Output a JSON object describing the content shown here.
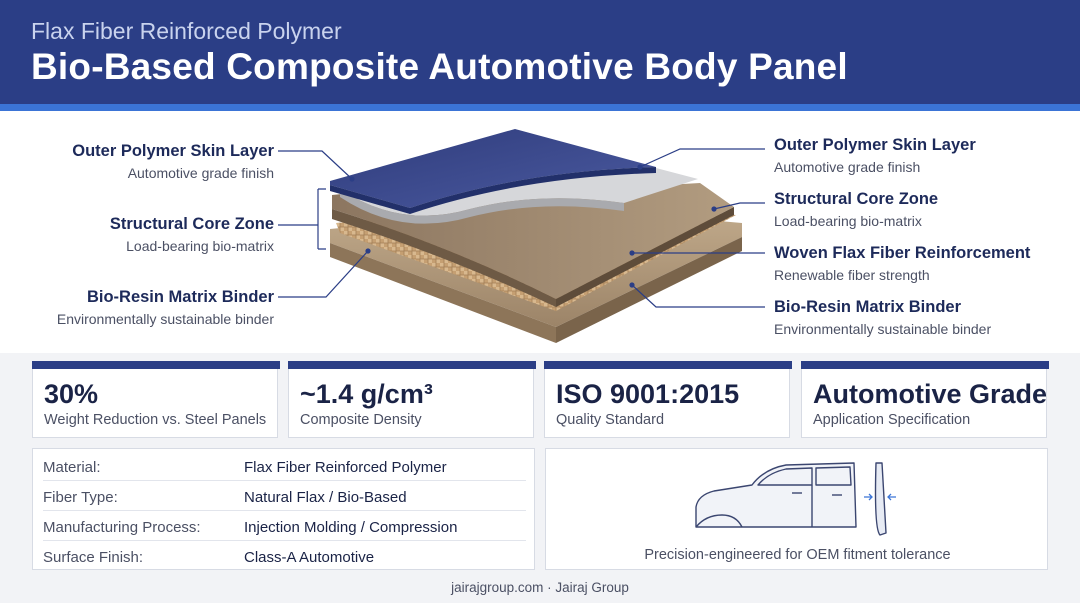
{
  "header": {
    "subtitle": "Flax Fiber Reinforced Polymer",
    "title": "Bio-Based Composite Automotive Body Panel"
  },
  "callouts": {
    "left": [
      {
        "title": "Outer Polymer Skin Layer",
        "desc": "Automotive grade finish"
      },
      {
        "title": "Structural Core Zone",
        "desc": "Load-bearing bio-matrix"
      },
      {
        "title": "Bio-Resin Matrix Binder",
        "desc": "Environmentally sustainable binder"
      }
    ],
    "right": [
      {
        "title": "Outer Polymer Skin Layer",
        "desc": "Automotive grade finish"
      },
      {
        "title": "Structural Core Zone",
        "desc": "Load-bearing bio-matrix"
      },
      {
        "title": "Woven Flax Fiber Reinforcement",
        "desc": "Renewable fiber strength"
      },
      {
        "title": "Bio-Resin Matrix Binder",
        "desc": "Environmentally sustainable binder"
      }
    ]
  },
  "stats": [
    {
      "value": "30%",
      "caption": "Weight Reduction vs. Steel Panels"
    },
    {
      "value": "~1.4 g/cm³",
      "caption": "Composite Density"
    },
    {
      "value": "ISO 9001:2015",
      "caption": "Quality Standard"
    },
    {
      "value": "Automotive Grade",
      "caption": "Application Specification"
    }
  ],
  "specs": [
    {
      "key": "Material:",
      "value": "Flax Fiber Reinforced Polymer"
    },
    {
      "key": "Fiber Type:",
      "value": "Natural Flax / Bio-Based"
    },
    {
      "key": "Manufacturing Process:",
      "value": "Injection Molding / Compression"
    },
    {
      "key": "Surface Finish:",
      "value": "Class-A Automotive"
    }
  ],
  "fitment": {
    "caption": "Precision-engineered for OEM fitment tolerance"
  },
  "footer": {
    "credit": "jairajgroup.com · Jairaj Group"
  },
  "colors": {
    "header": "#2b3e86",
    "accent": "#3b74d6",
    "skin": "#3a4a8c",
    "core": "#a08a6e",
    "flax": "#c9a57a"
  }
}
